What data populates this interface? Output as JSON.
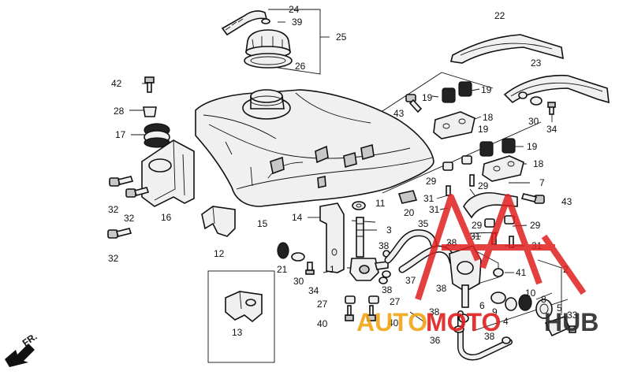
{
  "watermark": {
    "text_auto": "AUTO",
    "text_moto": "MOTO",
    "text_hub": "HUB",
    "colors": {
      "auto": "#f2a516",
      "moto": "#e01f1f",
      "hub": "#2b2b2b"
    }
  },
  "direction_label": "FR.",
  "callouts": {
    "c1": "1",
    "c2": "2",
    "c3": "3",
    "c4": "4",
    "c5": "5",
    "c6": "6",
    "c7": "7",
    "c8": "8",
    "c9": "9",
    "c10": "10",
    "c11": "11",
    "c12": "12",
    "c13": "13",
    "c14": "14",
    "c15": "15",
    "c16": "16",
    "c17": "17",
    "c18": "18",
    "c19": "19",
    "c20": "20",
    "c21": "21",
    "c22": "22",
    "c23": "23",
    "c24": "24",
    "c25": "25",
    "c26": "26",
    "c27": "27",
    "c28": "28",
    "c29": "29",
    "c30": "30",
    "c31": "31",
    "c32": "32",
    "c33": "33",
    "c34": "34",
    "c35": "35",
    "c36": "36",
    "c37": "37",
    "c38": "38",
    "c39": "39",
    "c40": "40",
    "c41": "41",
    "c42": "42",
    "c43": "43"
  }
}
